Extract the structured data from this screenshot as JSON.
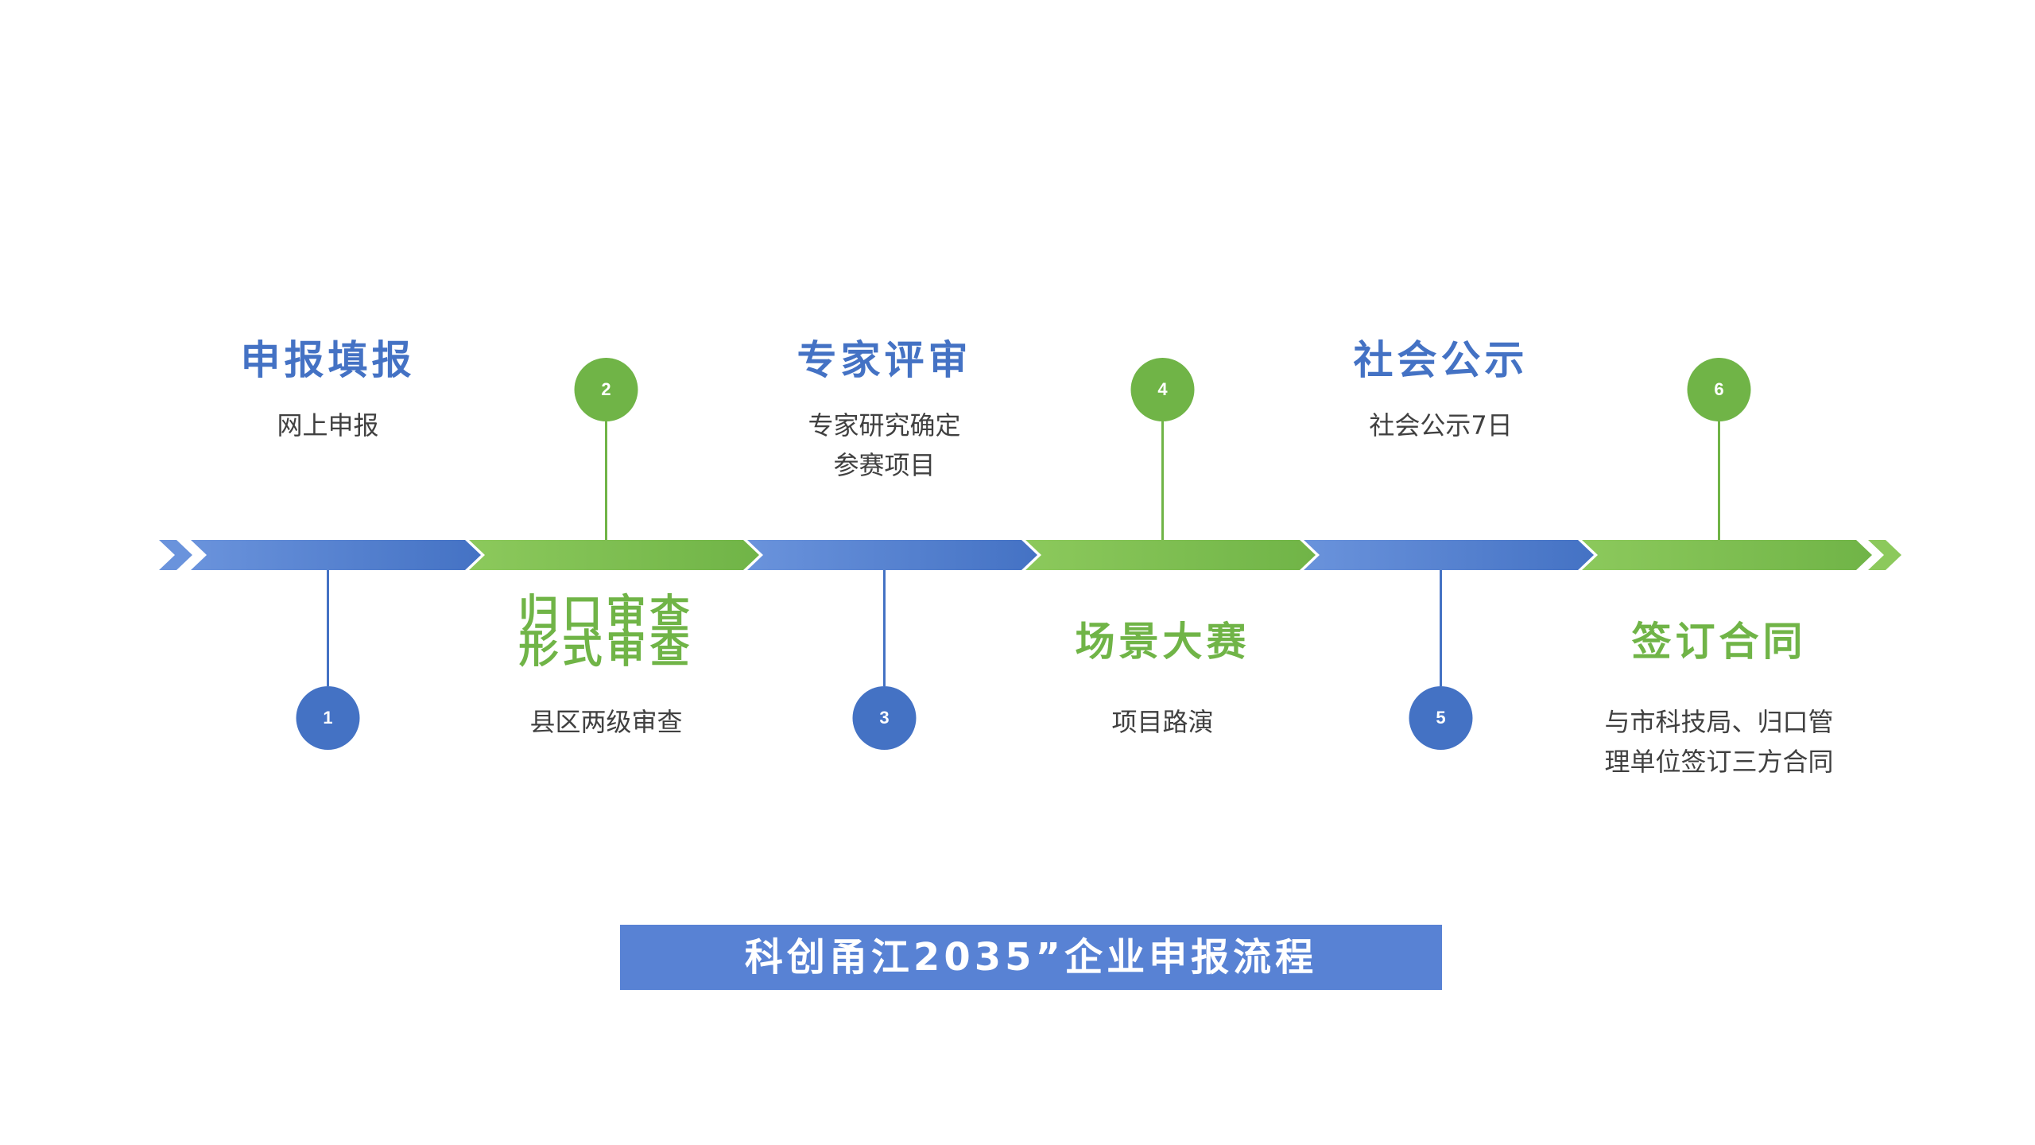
{
  "colors": {
    "blue": "#4472c4",
    "blue_light": "#6a93dc",
    "green": "#70b447",
    "green_light": "#8cc95c",
    "banner": "#5882d4",
    "text": "#404040"
  },
  "steps": [
    {
      "number": "1",
      "color": "blue",
      "title": [
        "申报填报"
      ],
      "description": [
        "网上申报"
      ]
    },
    {
      "number": "2",
      "color": "green",
      "title": [
        "归口审查",
        "形式审查"
      ],
      "description": [
        "县区两级审查"
      ]
    },
    {
      "number": "3",
      "color": "blue",
      "title": [
        "专家评审"
      ],
      "description": [
        "专家研究确定",
        "参赛项目"
      ]
    },
    {
      "number": "4",
      "color": "green",
      "title": [
        "场景大赛"
      ],
      "description": [
        "项目路演"
      ]
    },
    {
      "number": "5",
      "color": "blue",
      "title": [
        "社会公示"
      ],
      "description": [
        "社会公示7日"
      ]
    },
    {
      "number": "6",
      "color": "green",
      "title": [
        "签订合同"
      ],
      "description": [
        "与市科技局、归口管",
        "理单位签订三方合同"
      ]
    }
  ],
  "banner": {
    "text": "科创甬江2035”企业申报流程"
  }
}
